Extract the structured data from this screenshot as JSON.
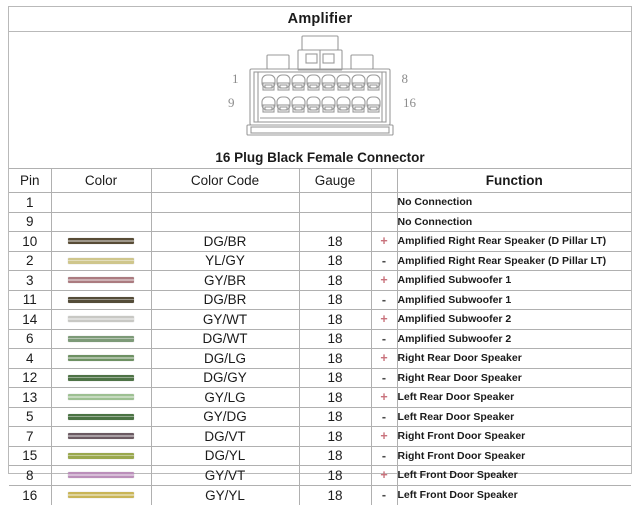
{
  "header": {
    "title": "Amplifier"
  },
  "diagram": {
    "name": "16-pin-connector-illustration",
    "caption": "16 Plug Black Female Connector",
    "pin_labels": {
      "top_left": "1",
      "top_right": "8",
      "bottom_left": "9",
      "bottom_right": "16"
    },
    "rows": 2,
    "pins_per_row": 8,
    "outline_color": "#9a9a9a"
  },
  "table": {
    "columns": [
      "Pin",
      "Color",
      "Color Code",
      "Gauge",
      "",
      "Function"
    ],
    "polarity_colors": {
      "plus": "#c9727c",
      "minus": "#4a4a4a"
    },
    "rows": [
      {
        "pin": "1",
        "swatch": "",
        "code": "",
        "gauge": "",
        "polarity": "",
        "function": "No Connection"
      },
      {
        "pin": "9",
        "swatch": "",
        "code": "",
        "gauge": "",
        "polarity": "",
        "function": "No Connection"
      },
      {
        "pin": "10",
        "swatch": "#584c36",
        "code": "DG/BR",
        "gauge": "18",
        "polarity": "+",
        "function": "Amplified Right Rear Speaker (D Pillar LT)"
      },
      {
        "pin": "2",
        "swatch": "#cfc68c",
        "code": "YL/GY",
        "gauge": "18",
        "polarity": "-",
        "function": "Amplified Right Rear Speaker (D Pillar LT)"
      },
      {
        "pin": "3",
        "swatch": "#ab7b80",
        "code": "GY/BR",
        "gauge": "18",
        "polarity": "+",
        "function": "Amplified Subwoofer 1"
      },
      {
        "pin": "11",
        "swatch": "#544c38",
        "code": "DG/BR",
        "gauge": "18",
        "polarity": "-",
        "function": "Amplified Subwoofer 1"
      },
      {
        "pin": "14",
        "swatch": "#c8c8c4",
        "code": "GY/WT",
        "gauge": "18",
        "polarity": "+",
        "function": "Amplified Subwoofer 2"
      },
      {
        "pin": "6",
        "swatch": "#7d9a78",
        "code": "DG/WT",
        "gauge": "18",
        "polarity": "-",
        "function": "Amplified Subwoofer 2"
      },
      {
        "pin": "4",
        "swatch": "#6e9163",
        "code": "DG/LG",
        "gauge": "18",
        "polarity": "+",
        "function": "Right Rear Door Speaker"
      },
      {
        "pin": "12",
        "swatch": "#4e7346",
        "code": "DG/GY",
        "gauge": "18",
        "polarity": "-",
        "function": "Right Rear Door Speaker"
      },
      {
        "pin": "13",
        "swatch": "#9dc092",
        "code": "GY/LG",
        "gauge": "18",
        "polarity": "+",
        "function": "Left Rear Door Speaker"
      },
      {
        "pin": "5",
        "swatch": "#4b7344",
        "code": "GY/DG",
        "gauge": "18",
        "polarity": "-",
        "function": "Left Rear Door Speaker"
      },
      {
        "pin": "7",
        "swatch": "#6b5a62",
        "code": "DG/VT",
        "gauge": "18",
        "polarity": "+",
        "function": "Right Front  Door Speaker"
      },
      {
        "pin": "15",
        "swatch": "#9aa84e",
        "code": "DG/YL",
        "gauge": "18",
        "polarity": "-",
        "function": "Right Front  Door Speaker"
      },
      {
        "pin": "8",
        "swatch": "#bb8fba",
        "code": "GY/VT",
        "gauge": "18",
        "polarity": "+",
        "function": "Left Front  Door Speaker"
      },
      {
        "pin": "16",
        "swatch": "#c9b558",
        "code": "GY/YL",
        "gauge": "18",
        "polarity": "-",
        "function": "Left Front  Door Speaker"
      }
    ]
  }
}
